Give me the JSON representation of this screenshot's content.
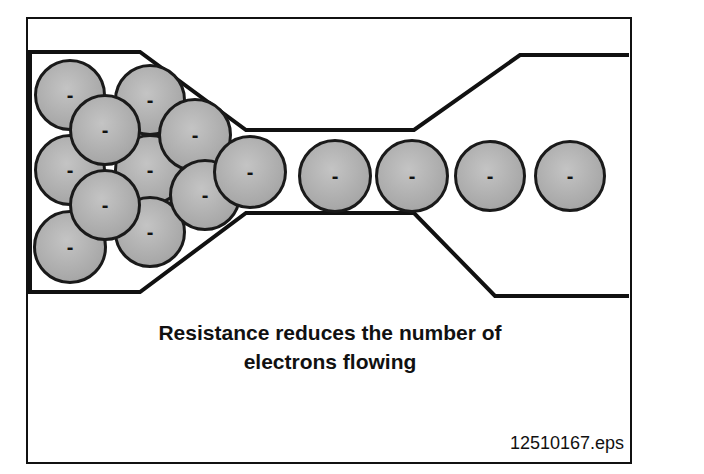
{
  "diagram": {
    "caption": "Resistance reduces the number of electrons flowing",
    "nodes": [
      {
        "text": [
          "-"
        ]
      },
      {
        "text": [
          "-"
        ]
      },
      {
        "text": [
          "-"
        ]
      },
      {
        "text": [
          "-"
        ]
      },
      {
        "text": [
          "-"
        ]
      },
      {
        "text": [
          "-"
        ]
      },
      {
        "text": [
          "-"
        ]
      },
      {
        "text": [
          "-"
        ]
      },
      {
        "text": [
          "-"
        ]
      },
      {
        "text": [
          "-"
        ]
      },
      {
        "text": [
          "-"
        ]
      },
      {
        "text": [
          "-"
        ]
      },
      {
        "text": [
          "-"
        ]
      },
      {
        "text": [
          "-"
        ]
      },
      {
        "text": [
          "-"
        ]
      }
    ],
    "labels": [
      "12510167.eps"
    ]
  }
}
